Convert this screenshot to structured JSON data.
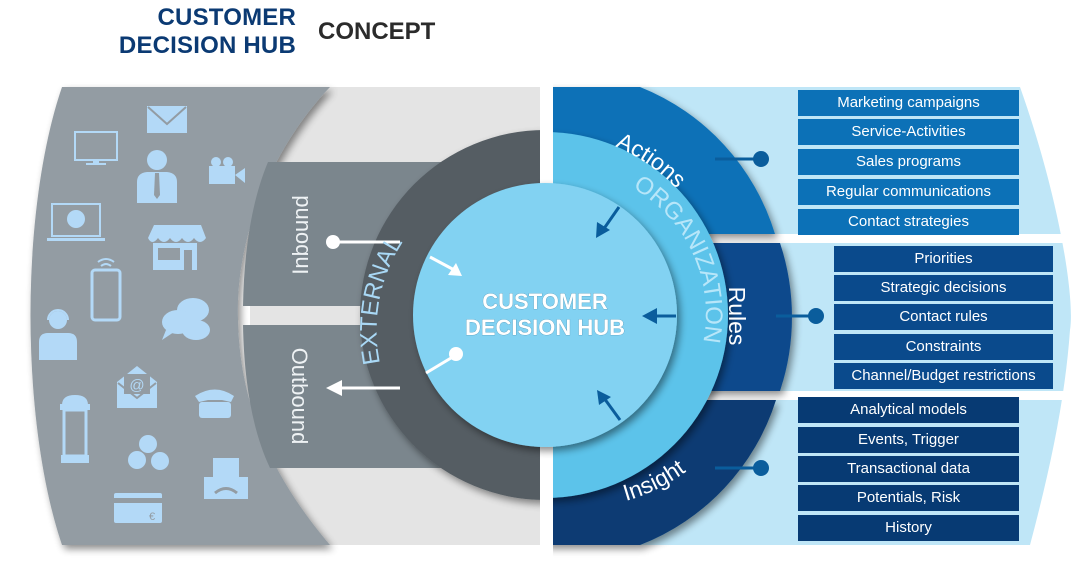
{
  "header": {
    "title_line1": "CUSTOMER",
    "title_line2": "DECISION HUB",
    "subtitle": "CONCEPT"
  },
  "hub": {
    "line1": "CUSTOMER",
    "line2": "DECISION HUB"
  },
  "rings": {
    "external": "EXTERNAL",
    "organization": "ORGANIZATION"
  },
  "channels": {
    "inbound": "Inbound",
    "outbound": "Outbound"
  },
  "sections": {
    "actions": {
      "label": "Actions",
      "items": [
        "Marketing campaigns",
        "Service-Activities",
        "Sales programs",
        "Regular communications",
        "Contact strategies"
      ]
    },
    "rules": {
      "label": "Rules",
      "items": [
        "Priorities",
        "Strategic decisions",
        "Contact rules",
        "Constraints",
        "Channel/Budget restrictions"
      ]
    },
    "insight": {
      "label": "Insight",
      "items": [
        "Analytical models",
        "Events, Trigger",
        "Transactional data",
        "Potentials, Risk",
        "History"
      ]
    }
  },
  "channel_icons": [
    "tv-icon",
    "email-envelope-icon",
    "business-person-icon",
    "video-camera-icon",
    "laptop-globe-icon",
    "store-icon",
    "smartphone-icon",
    "chat-bubbles-icon",
    "call-center-agent-icon",
    "email-at-icon",
    "telephone-icon",
    "advertising-column-icon",
    "social-media-icon",
    "fax-icon",
    "credit-card-euro-icon"
  ],
  "colors": {
    "navy_title": "#0b3a73",
    "left_panel": "#939ca3",
    "channel_band": "#7b868d",
    "external_ring": "#555d63",
    "hub": "#82d2f2",
    "organization_ring": "#5bc3ea",
    "actions": "#0c71b7",
    "rules": "#0a4a8c",
    "insight": "#073a73",
    "right_panel": "#bfe6f7",
    "icon": "#b3d9f7"
  }
}
